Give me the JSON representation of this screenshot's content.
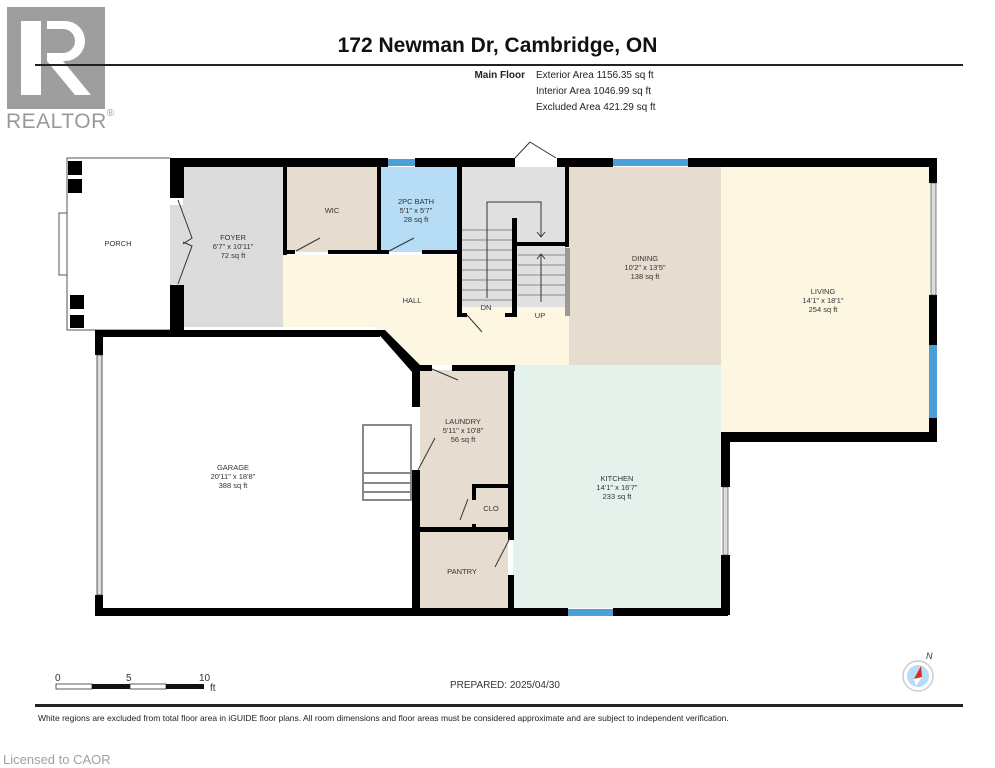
{
  "logo": {
    "name": "REALTOR",
    "mark": "®"
  },
  "header": {
    "title": "172 Newman Dr, Cambridge, ON",
    "floor_label": "Main Floor",
    "exterior_area": "Exterior Area 1156.35 sq ft",
    "interior_area": "Interior Area 1046.99 sq ft",
    "excluded_area": "Excluded Area 421.29 sq ft"
  },
  "rooms": {
    "porch": {
      "name": "PORCH"
    },
    "foyer": {
      "name": "FOYER",
      "dims": "6'7\" x 10'11\"",
      "area": "72 sq ft"
    },
    "wic": {
      "name": "WIC"
    },
    "bath": {
      "name": "2PC BATH",
      "dims": "5'1\" x 5'7\"",
      "area": "28 sq ft"
    },
    "hall": {
      "name": "HALL"
    },
    "dn": {
      "name": "DN"
    },
    "up": {
      "name": "UP"
    },
    "dining": {
      "name": "DINING",
      "dims": "10'2\" x 13'5\"",
      "area": "138 sq ft"
    },
    "living": {
      "name": "LIVING",
      "dims": "14'1\" x 18'1\"",
      "area": "254 sq ft"
    },
    "garage": {
      "name": "GARAGE",
      "dims": "20'11\" x 18'8\"",
      "area": "388 sq ft"
    },
    "laundry": {
      "name": "LAUNDRY",
      "dims": "5'11\" x 10'8\"",
      "area": "56 sq ft"
    },
    "clo": {
      "name": "CLO"
    },
    "pantry": {
      "name": "PANTRY"
    },
    "kitchen": {
      "name": "KITCHEN",
      "dims": "14'1\" x 16'7\"",
      "area": "233 sq ft"
    }
  },
  "colors": {
    "wall": "#000000",
    "foyer": "#dcdcdc",
    "wic": "#e6ddd0",
    "bath": "#b7dcf6",
    "stairs": "#e0e0e0",
    "hall": "#fdf7e2",
    "dining": "#e6ddd0",
    "living": "#fdf7e2",
    "laundry": "#e6ddd0",
    "pantry": "#e6ddd0",
    "kitchen": "#e5f2ec",
    "window": "#4a9fd8"
  },
  "scale": {
    "ticks": [
      "0",
      "5",
      "10"
    ],
    "unit": "ft"
  },
  "prepared": "PREPARED: 2025/04/30",
  "compass": {
    "north": "N"
  },
  "disclaimer": "White regions are excluded from total floor area in iGUIDE floor plans. All room dimensions and floor areas must be considered approximate and are subject to independent verification.",
  "watermark": "Licensed to CAOR"
}
